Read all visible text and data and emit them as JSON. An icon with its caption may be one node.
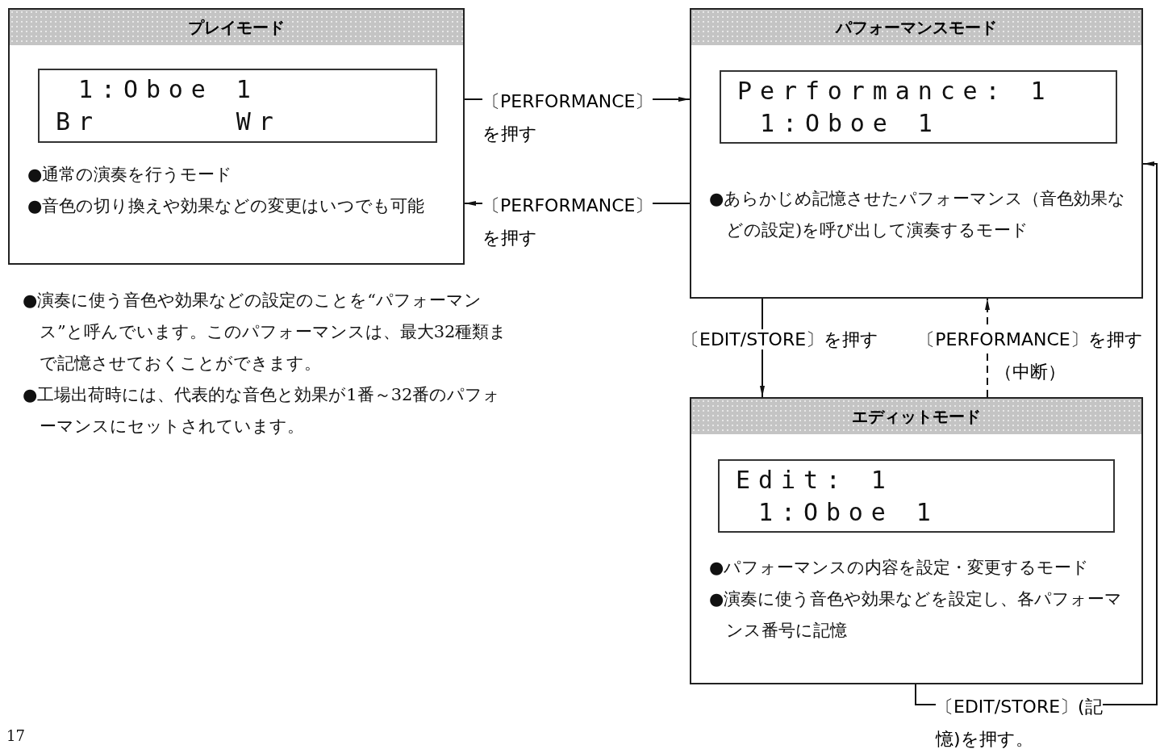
{
  "diagram": {
    "nodes": [
      {
        "text": [
          "プレイモード",
          "●通常の演奏を行うモード",
          "●音色の切り換えや効果などの変更はいつでも可能"
        ]
      },
      {
        "text": [
          "1:Oboe 1",
          "Br      Wr"
        ],
        "in": 0
      },
      {
        "text": [
          "パフォーマンスモード",
          "●あらかじめ記憶させたパフォーマンス（音色効果などの設定)を呼び出して演奏するモード"
        ]
      },
      {
        "text": [
          "Performance: 1",
          "1:Oboe 1"
        ],
        "in": 2
      },
      {
        "text": [
          "エディットモード",
          "●パフォーマンスの内容を設定・変更するモード",
          "●演奏に使う音色や効果などを設定し、各パフォーマンス番号に記憶"
        ]
      },
      {
        "text": [
          "Edit: 1",
          "1:Oboe 1"
        ],
        "in": 4
      }
    ],
    "edges": [
      {
        "from": 0,
        "to": 2,
        "arrow": "to",
        "label": "〔PERFORMANCE〕を押す"
      },
      {
        "from": 2,
        "to": 0,
        "arrow": "to",
        "label": "〔PERFORMANCE〕を押す"
      },
      {
        "from": 2,
        "to": 4,
        "arrow": "to",
        "label": "〔EDIT/STORE〕を押す"
      },
      {
        "from": 4,
        "to": 2,
        "arrow": "to",
        "style": "dashed",
        "label": "〔PERFORMANCE〕を押す（中断）"
      },
      {
        "from": 4,
        "to": 2,
        "arrow": "to",
        "label": "〔EDIT/STORE〕(記憶)を押す。"
      }
    ],
    "labels": [
      "●演奏に使う音色や効果などの設定のことを“パフォーマンス”と呼んでいます。このパフォーマンスは、最大32種類まで記憶させておくことができます。",
      "●工場出荷時には、代表的な音色と効果が1番～32番のパフォーマンスにセットされています。",
      "17"
    ]
  }
}
